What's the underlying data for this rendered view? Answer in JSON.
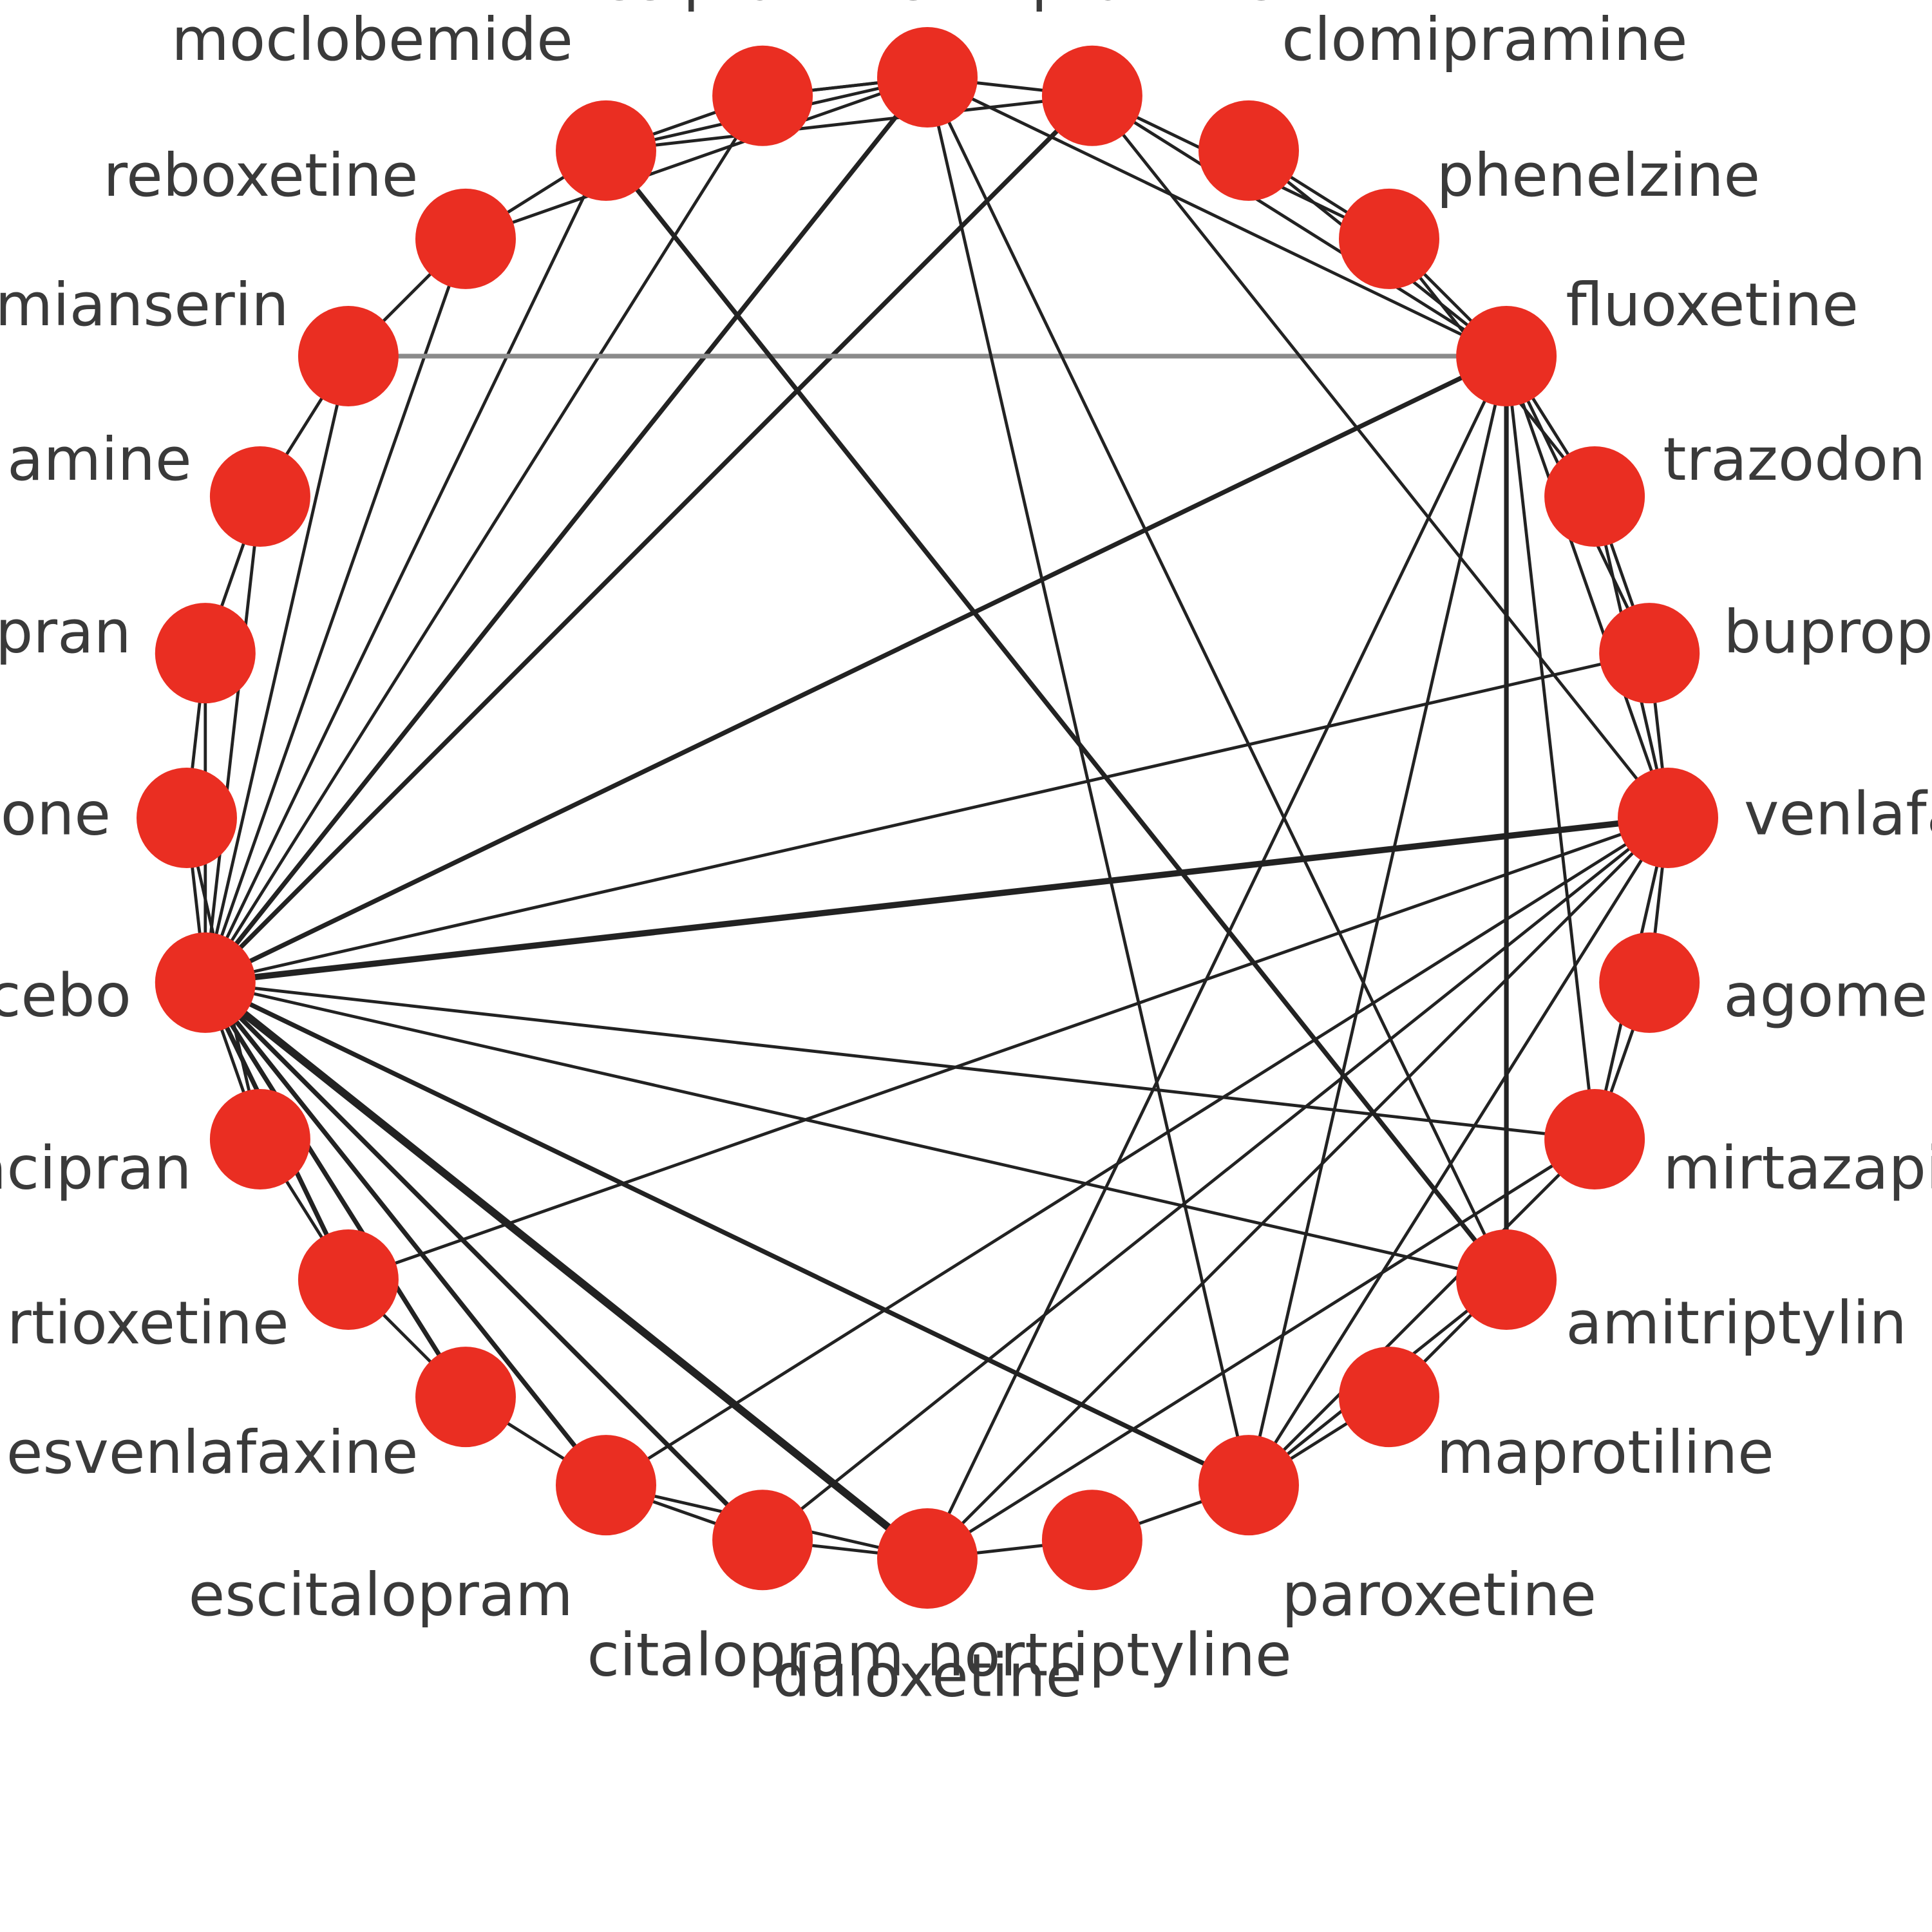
{
  "colors": {
    "node": "#ea2e22",
    "edge": "#222222",
    "edge_grey": "#8a8a8a",
    "label": "#3a3a3a"
  },
  "nodes": [
    {
      "id": "sertraline",
      "label": "sertraline"
    },
    {
      "id": "imipramine",
      "label": "imipramine"
    },
    {
      "id": "clomipramine",
      "label": "clomipramine"
    },
    {
      "id": "phenelzine",
      "label": "phenelzine"
    },
    {
      "id": "fluoxetine",
      "label": "fluoxetine"
    },
    {
      "id": "trazodone",
      "label": "trazodon"
    },
    {
      "id": "bupropion",
      "label": "buprop"
    },
    {
      "id": "venlafaxine",
      "label": "venlafa"
    },
    {
      "id": "agomelatine",
      "label": "agome"
    },
    {
      "id": "mirtazapine",
      "label": "mirtazapi"
    },
    {
      "id": "amitriptyline",
      "label": "amitriptylin"
    },
    {
      "id": "maprotiline",
      "label": "maprotiline"
    },
    {
      "id": "paroxetine",
      "label": "paroxetine"
    },
    {
      "id": "nortriptyline",
      "label": "nortriptyline"
    },
    {
      "id": "duloxetine",
      "label": "duloxetine"
    },
    {
      "id": "citalopram",
      "label": "citalopram"
    },
    {
      "id": "escitalopram",
      "label": "escitalopram"
    },
    {
      "id": "desvenlafaxine",
      "label": "esvenlafaxine"
    },
    {
      "id": "vortioxetine",
      "label": "rtioxetine"
    },
    {
      "id": "milnacipran",
      "label": "nacipran"
    },
    {
      "id": "placebo",
      "label": "cebo"
    },
    {
      "id": "node_21",
      "label": "one"
    },
    {
      "id": "node_22",
      "label": "pran"
    },
    {
      "id": "node_23",
      "label": "amine"
    },
    {
      "id": "mianserin",
      "label": "mianserin"
    },
    {
      "id": "reboxetine",
      "label": "reboxetine"
    },
    {
      "id": "moclobemide",
      "label": "moclobemide"
    },
    {
      "id": "desipramine",
      "label": "desipramine"
    }
  ],
  "edges": [
    {
      "source": "placebo",
      "target": "fluoxetine",
      "weight": 3
    },
    {
      "source": "placebo",
      "target": "venlafaxine",
      "weight": 4
    },
    {
      "source": "placebo",
      "target": "duloxetine",
      "weight": 5
    },
    {
      "source": "placebo",
      "target": "paroxetine",
      "weight": 3
    },
    {
      "source": "placebo",
      "target": "sertraline",
      "weight": 3
    },
    {
      "source": "placebo",
      "target": "imipramine",
      "weight": 3
    },
    {
      "source": "placebo",
      "target": "bupropion",
      "weight": 2
    },
    {
      "source": "placebo",
      "target": "mirtazapine",
      "weight": 2
    },
    {
      "source": "placebo",
      "target": "amitriptyline",
      "weight": 2
    },
    {
      "source": "placebo",
      "target": "escitalopram",
      "weight": 3
    },
    {
      "source": "placebo",
      "target": "citalopram",
      "weight": 3
    },
    {
      "source": "placebo",
      "target": "desvenlafaxine",
      "weight": 3
    },
    {
      "source": "placebo",
      "target": "vortioxetine",
      "weight": 3
    },
    {
      "source": "placebo",
      "target": "milnacipran",
      "weight": 2
    },
    {
      "source": "placebo",
      "target": "moclobemide",
      "weight": 2
    },
    {
      "source": "placebo",
      "target": "desipramine",
      "weight": 2
    },
    {
      "source": "placebo",
      "target": "reboxetine",
      "weight": 2
    },
    {
      "source": "placebo",
      "target": "node_21",
      "weight": 2
    },
    {
      "source": "placebo",
      "target": "node_22",
      "weight": 2
    },
    {
      "source": "placebo",
      "target": "node_23",
      "weight": 2
    },
    {
      "source": "placebo",
      "target": "mianserin",
      "weight": 2
    },
    {
      "source": "mianserin",
      "target": "fluoxetine",
      "weight": 3,
      "grey": true
    },
    {
      "source": "fluoxetine",
      "target": "amitriptyline",
      "weight": 3
    },
    {
      "source": "fluoxetine",
      "target": "sertraline",
      "weight": 2
    },
    {
      "source": "fluoxetine",
      "target": "imipramine",
      "weight": 2
    },
    {
      "source": "fluoxetine",
      "target": "clomipramine",
      "weight": 2
    },
    {
      "source": "fluoxetine",
      "target": "phenelzine",
      "weight": 2
    },
    {
      "source": "fluoxetine",
      "target": "trazodone",
      "weight": 2
    },
    {
      "source": "fluoxetine",
      "target": "bupropion",
      "weight": 2
    },
    {
      "source": "fluoxetine",
      "target": "venlafaxine",
      "weight": 2
    },
    {
      "source": "fluoxetine",
      "target": "mirtazapine",
      "weight": 2
    },
    {
      "source": "fluoxetine",
      "target": "paroxetine",
      "weight": 2
    },
    {
      "source": "fluoxetine",
      "target": "duloxetine",
      "weight": 2
    },
    {
      "source": "sertraline",
      "target": "amitriptyline",
      "weight": 2
    },
    {
      "source": "sertraline",
      "target": "paroxetine",
      "weight": 2
    },
    {
      "source": "sertraline",
      "target": "imipramine",
      "weight": 2
    },
    {
      "source": "sertraline",
      "target": "desipramine",
      "weight": 2
    },
    {
      "source": "sertraline",
      "target": "moclobemide",
      "weight": 2
    },
    {
      "source": "sertraline",
      "target": "reboxetine",
      "weight": 2
    },
    {
      "source": "moclobemide",
      "target": "amitriptyline",
      "weight": 3
    },
    {
      "source": "moclobemide",
      "target": "imipramine",
      "weight": 2
    },
    {
      "source": "imipramine",
      "target": "venlafaxine",
      "weight": 2
    },
    {
      "source": "imipramine",
      "target": "phenelzine",
      "weight": 2
    },
    {
      "source": "venlafaxine",
      "target": "vortioxetine",
      "weight": 2
    },
    {
      "source": "venlafaxine",
      "target": "citalopram",
      "weight": 2
    },
    {
      "source": "venlafaxine",
      "target": "escitalopram",
      "weight": 2
    },
    {
      "source": "venlafaxine",
      "target": "duloxetine",
      "weight": 2
    },
    {
      "source": "venlafaxine",
      "target": "paroxetine",
      "weight": 2
    },
    {
      "source": "venlafaxine",
      "target": "mirtazapine",
      "weight": 2
    },
    {
      "source": "venlafaxine",
      "target": "trazodone",
      "weight": 2
    },
    {
      "source": "venlafaxine",
      "target": "bupropion",
      "weight": 2
    },
    {
      "source": "venlafaxine",
      "target": "agomelatine",
      "weight": 2
    },
    {
      "source": "mirtazapine",
      "target": "duloxetine",
      "weight": 2
    },
    {
      "source": "mirtazapine",
      "target": "paroxetine",
      "weight": 2
    },
    {
      "source": "mirtazapine",
      "target": "agomelatine",
      "weight": 2
    },
    {
      "source": "amitriptyline",
      "target": "maprotiline",
      "weight": 2
    },
    {
      "source": "amitriptyline",
      "target": "paroxetine",
      "weight": 2
    },
    {
      "source": "paroxetine",
      "target": "nortriptyline",
      "weight": 2
    },
    {
      "source": "paroxetine",
      "target": "maprotiline",
      "weight": 2
    },
    {
      "source": "nortriptyline",
      "target": "duloxetine",
      "weight": 2
    },
    {
      "source": "duloxetine",
      "target": "citalopram",
      "weight": 2
    },
    {
      "source": "duloxetine",
      "target": "escitalopram",
      "weight": 2
    },
    {
      "source": "citalopram",
      "target": "escitalopram",
      "weight": 2
    },
    {
      "source": "escitalopram",
      "target": "desvenlafaxine",
      "weight": 2
    },
    {
      "source": "desvenlafaxine",
      "target": "vortioxetine",
      "weight": 2
    },
    {
      "source": "vortioxetine",
      "target": "milnacipran",
      "weight": 2
    },
    {
      "source": "milnacipran",
      "target": "node_21",
      "weight": 2
    },
    {
      "source": "node_21",
      "target": "node_22",
      "weight": 2
    },
    {
      "source": "node_22",
      "target": "node_23",
      "weight": 2
    },
    {
      "source": "node_23",
      "target": "mianserin",
      "weight": 2
    },
    {
      "source": "mianserin",
      "target": "reboxetine",
      "weight": 2
    },
    {
      "source": "reboxetine",
      "target": "moclobemide",
      "weight": 2
    },
    {
      "source": "moclobemide",
      "target": "desipramine",
      "weight": 2
    },
    {
      "source": "desipramine",
      "target": "sertraline",
      "weight": 2
    },
    {
      "source": "bupropion",
      "target": "trazodone",
      "weight": 2
    },
    {
      "source": "trazodone",
      "target": "phenelzine",
      "weight": 2
    },
    {
      "source": "clomipramine",
      "target": "phenelzine",
      "weight": 2
    }
  ]
}
